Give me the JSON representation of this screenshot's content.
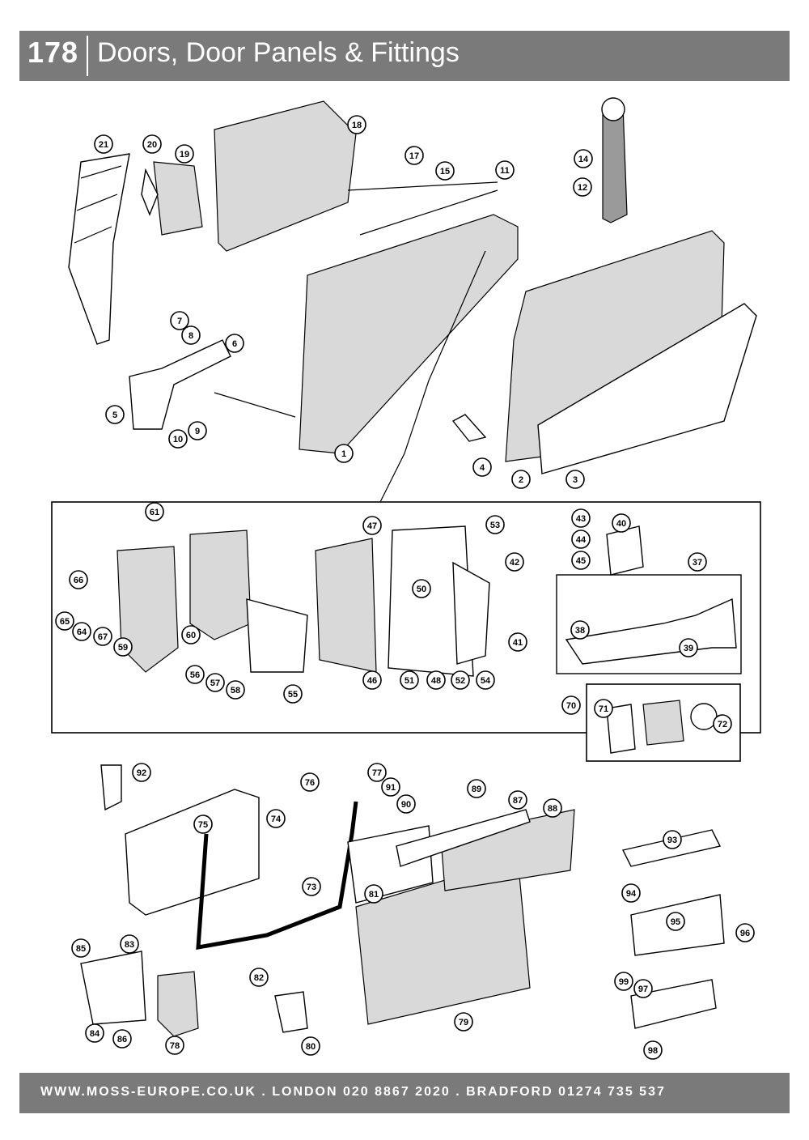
{
  "header": {
    "page_number": "178",
    "title": "Doors, Door Panels & Fittings"
  },
  "footer": {
    "text": "WWW.MOSS-EUROPE.CO.UK . LONDON 020 8867 2020 . BRADFORD 01274 735 537"
  },
  "callouts": [
    "1",
    "2",
    "3",
    "4",
    "5",
    "6",
    "7",
    "8",
    "9",
    "10",
    "11",
    "12",
    "14",
    "15",
    "17",
    "18",
    "19",
    "20",
    "21",
    "37",
    "38",
    "39",
    "40",
    "41",
    "42",
    "43",
    "44",
    "45",
    "46",
    "47",
    "48",
    "50",
    "51",
    "52",
    "53",
    "54",
    "55",
    "56",
    "57",
    "58",
    "59",
    "60",
    "61",
    "64",
    "65",
    "66",
    "67",
    "70",
    "71",
    "72",
    "73",
    "74",
    "75",
    "76",
    "77",
    "78",
    "79",
    "80",
    "81",
    "82",
    "83",
    "84",
    "85",
    "86",
    "87",
    "88",
    "89",
    "90",
    "91",
    "92",
    "93",
    "94",
    "95",
    "96",
    "97",
    "98",
    "99"
  ]
}
